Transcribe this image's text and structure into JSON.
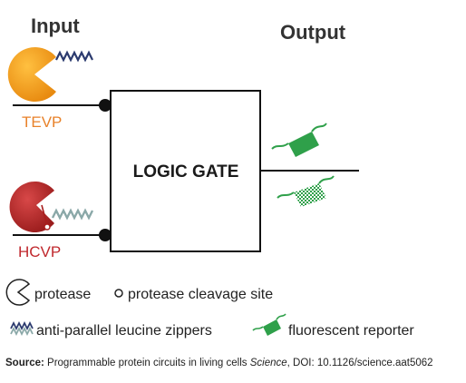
{
  "headings": {
    "input": "Input",
    "output": "Output"
  },
  "inputs": [
    {
      "label": "TEVP",
      "color": "#e8822a"
    },
    {
      "label": "HCVP",
      "color": "#c0282d"
    }
  ],
  "gate": {
    "label": "LOGIC GATE"
  },
  "legend": {
    "protease": "protease",
    "cleavage_site": "protease cleavage site",
    "zippers": "anti-parallel leucine zippers",
    "reporter": "fluorescent reporter"
  },
  "source": {
    "label": "Source:",
    "text": "Programmable protein circuits in living cells",
    "journal": "Science",
    "doi": ", DOI: 10.1126/science.aat5062"
  },
  "colors": {
    "tevp_orange": "#f0a020",
    "hcvp_red": "#b82828",
    "zipper_navy": "#2b3a6e",
    "zipper_grey": "#8aa8a8",
    "reporter_green": "#2fa04a"
  }
}
